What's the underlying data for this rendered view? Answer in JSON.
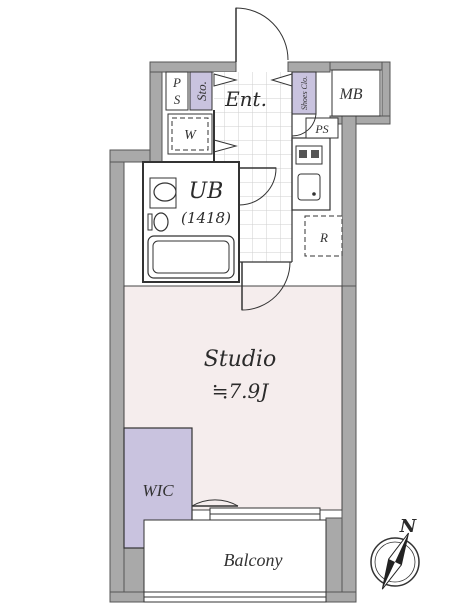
{
  "rooms": {
    "studio": "Studio",
    "studio_area": "≒7.9J",
    "ub": "UB",
    "ub_size": "(1418)",
    "ent": "Ent.",
    "wic": "WIC",
    "balcony": "Balcony",
    "mb": "MB",
    "ps_upper": "P",
    "ps_lower": "S",
    "sto": "Sto.",
    "w": "W",
    "ps_kitchen": "PS",
    "shoes": "Shoes Clo.",
    "r": "R"
  },
  "compass": {
    "letter": "N"
  },
  "colors": {
    "wall": "#a9a9a9",
    "studio_floor": "#f5eded",
    "storage": "#c9c3df",
    "tile_grid": "#cfcfcf"
  }
}
